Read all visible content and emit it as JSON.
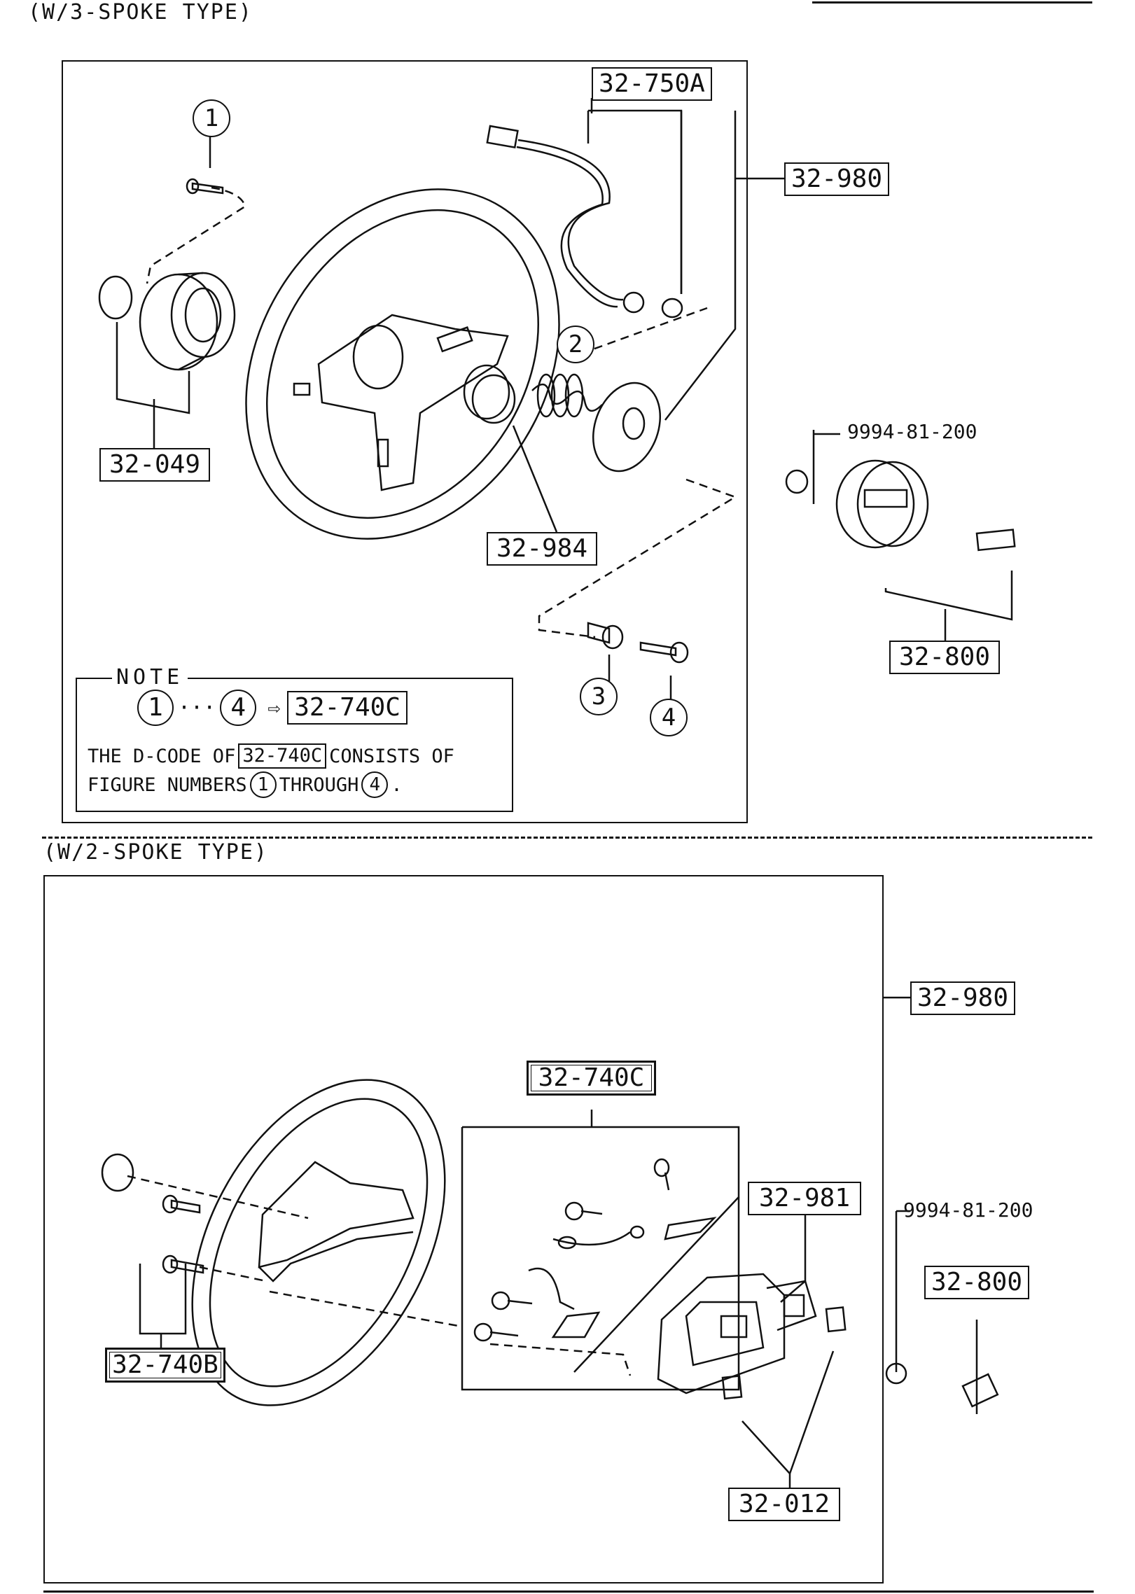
{
  "top": {
    "title": "(W/3-SPOKE TYPE)",
    "refs": {
      "r750a": "32-750A",
      "r980": "32-980",
      "r049": "32-049",
      "r984": "32-984",
      "r800": "32-800",
      "part9994": "9994-81-200"
    },
    "callouts": [
      "1",
      "2",
      "3",
      "4"
    ],
    "note": {
      "label": "NOTE",
      "from": "1",
      "dots": "···",
      "to": "4",
      "arrow": "⇨",
      "target": "32-740C",
      "line1_pre": "THE D-CODE OF",
      "line1_ref": "32-740C",
      "line1_post": "CONSISTS OF",
      "line2_pre": "FIGURE NUMBERS",
      "line2_a": "1",
      "line2_mid": "THROUGH",
      "line2_b": "4",
      "line2_end": "."
    }
  },
  "bottom": {
    "title": "(W/2-SPOKE TYPE)",
    "refs": {
      "r980": "32-980",
      "r740c": "32-740C",
      "r981": "32-981",
      "part9994": "9994-81-200",
      "r800": "32-800",
      "r740b": "32-740B",
      "r012": "32-012"
    }
  }
}
